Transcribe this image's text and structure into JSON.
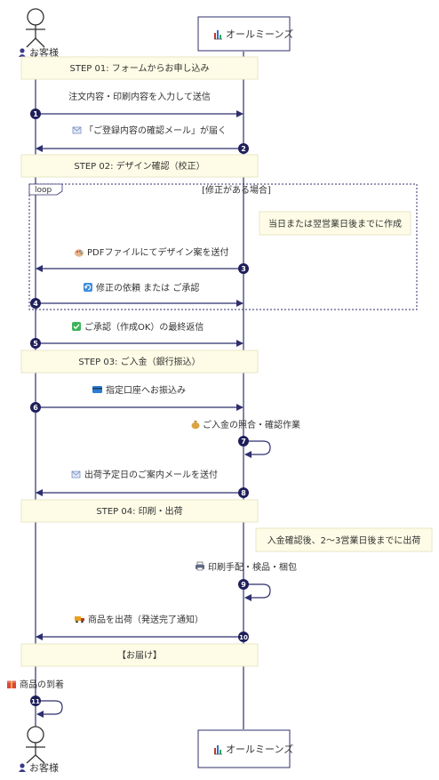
{
  "participants": {
    "customer": "お客様",
    "company": "オールミーンズ",
    "customer_icon": "person-glyph-icon",
    "company_icon": "bar-chart-icon"
  },
  "steps": {
    "s1": "STEP 01: フォームからお申し込み",
    "s2": "STEP 02: デザイン確認（校正）",
    "s3": "STEP 03: ご入金（銀行振込）",
    "s4": "STEP 04: 印刷・出荷",
    "s5": "【お届け】"
  },
  "loop": {
    "label": "loop",
    "condition": "[修正がある場合]"
  },
  "notes": {
    "n1": "当日または翌営業日後までに作成",
    "n2": "入金確認後、2～3営業日後までに出荷"
  },
  "messages": [
    {
      "num": "1",
      "text": "注文内容・印刷内容を入力して送信"
    },
    {
      "num": "2",
      "text": "「ご登録内容の確認メール」が届く",
      "icon": "email-icon"
    },
    {
      "num": "3",
      "text": "PDFファイルにてデザイン案を送付",
      "icon": "artist-palette-icon"
    },
    {
      "num": "4",
      "text": "修正の依頼 または ご承認",
      "icon": "refresh-icon"
    },
    {
      "num": "5",
      "text": "ご承認（作成OK）の最終返信",
      "icon": "check-mark-icon"
    },
    {
      "num": "6",
      "text": "指定口座へお振込み",
      "icon": "credit-card-icon"
    },
    {
      "num": "7",
      "text": "ご入金の照合・確認作業",
      "icon": "money-bag-icon"
    },
    {
      "num": "8",
      "text": "出荷予定日のご案内メールを送付",
      "icon": "email-icon"
    },
    {
      "num": "9",
      "text": "印刷手配・検品・梱包",
      "icon": "printer-icon"
    },
    {
      "num": "10",
      "text": "商品を出荷（発送完了通知）",
      "icon": "truck-icon"
    },
    {
      "num": "11",
      "text": "商品の到着",
      "icon": "gift-icon"
    }
  ],
  "colors": {
    "line": "#2f2f6e",
    "note_fill": "#fefce6",
    "note_border": "#e8e6c6",
    "number_fill": "#1e1e5a"
  }
}
